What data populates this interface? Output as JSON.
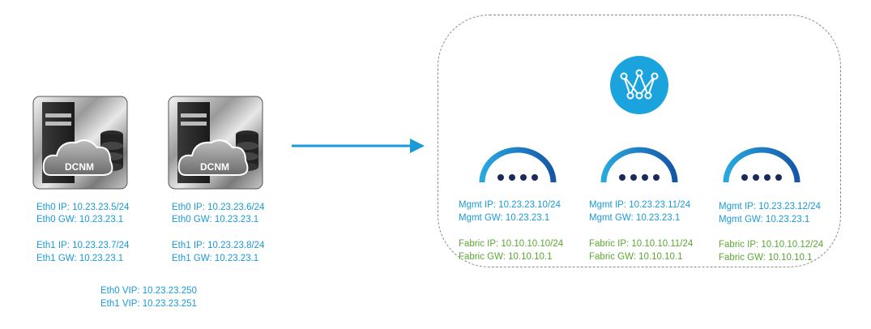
{
  "servers": [
    {
      "name": "DCNM",
      "eth0_ip": "Eth0 IP: 10.23.23.5/24",
      "eth0_gw": "Eth0 GW: 10.23.23.1",
      "eth1_ip": "Eth1 IP: 10.23.23.7/24",
      "eth1_gw": "Eth1 GW: 10.23.23.1"
    },
    {
      "name": "DCNM",
      "eth0_ip": "Eth0 IP: 10.23.23.6/24",
      "eth0_gw": "Eth0 GW: 10.23.23.1",
      "eth1_ip": "Eth1 IP: 10.23.23.8/24",
      "eth1_gw": "Eth1 GW: 10.23.23.1"
    }
  ],
  "vips": {
    "eth0": "Eth0 VIP: 10.23.23.250",
    "eth1": "Eth1 VIP: 10.23.23.251"
  },
  "nodes": [
    {
      "mgmt_ip": "Mgmt IP: 10.23.23.10/24",
      "mgmt_gw": "Mgmt GW: 10.23.23.1",
      "fabric_ip": "Fabric IP: 10.10.10.10/24",
      "fabric_gw": "Fabric GW: 10.10.10.1"
    },
    {
      "mgmt_ip": "Mgmt IP: 10.23.23.11/24",
      "mgmt_gw": "Mgmt GW: 10.23.23.1",
      "fabric_ip": "Fabric IP: 10.10.10.11/24",
      "fabric_gw": "Fabric GW: 10.10.10.1"
    },
    {
      "mgmt_ip": "Mgmt IP: 10.23.23.12/24",
      "mgmt_gw": "Mgmt GW: 10.23.23.1",
      "fabric_ip": "Fabric IP: 10.10.10.12/24",
      "fabric_gw": "Fabric GW: 10.10.10.1"
    }
  ],
  "icons": {
    "server": "dcnm-server-icon",
    "node": "cluster-node-icon",
    "logo": "fabric-logo-icon",
    "arrow": "migration-arrow-icon"
  },
  "colors": {
    "mgmt_text": "#1a9ad6",
    "fabric_text": "#5aa832",
    "arrow": "#1a9ad6",
    "logo": "#1aa3dc"
  }
}
